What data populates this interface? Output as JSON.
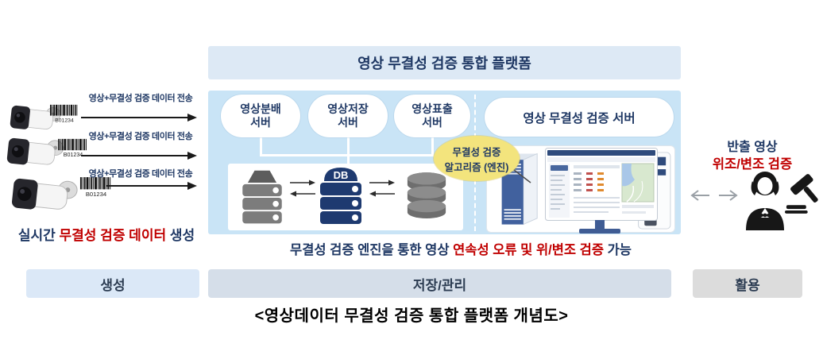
{
  "capture": {
    "transmission_label": "영상+무결성 검증 데이터 전송",
    "barcode_value": "B01234",
    "realtime": {
      "pre": "실시간 ",
      "highlight": "무결성 검증 데이터",
      "post": " 생성"
    }
  },
  "platform": {
    "title": "영상 무결성 검증 통합 플랫폼",
    "front_servers": [
      "영상분배\n서버",
      "영상저장\n서버",
      "영상표출\n서버"
    ],
    "verification_server_label": "영상 무결성 검증 서버",
    "db_label": "DB",
    "engine_label": "무결성 검증\n알고리즘 (엔진)"
  },
  "export": {
    "line1": "반출 영상",
    "line2": "위조/변조 검증"
  },
  "note": {
    "pre": "무결성 검증 엔진을 통한 영상 ",
    "highlight": "연속성 오류 및 위/변조 검증",
    "post": " 가능"
  },
  "stages": [
    {
      "label": "생성"
    },
    {
      "label": "저장/관리"
    },
    {
      "label": "활용"
    }
  ],
  "caption": "<영상데이터 무결성 검증 통합 플랫폼 개념도>",
  "colors": {
    "navy": "#1f3864",
    "red": "#c00000",
    "sky": "#c9e4f6",
    "band": "#dde9f5",
    "yellow": "#f3e47d"
  }
}
